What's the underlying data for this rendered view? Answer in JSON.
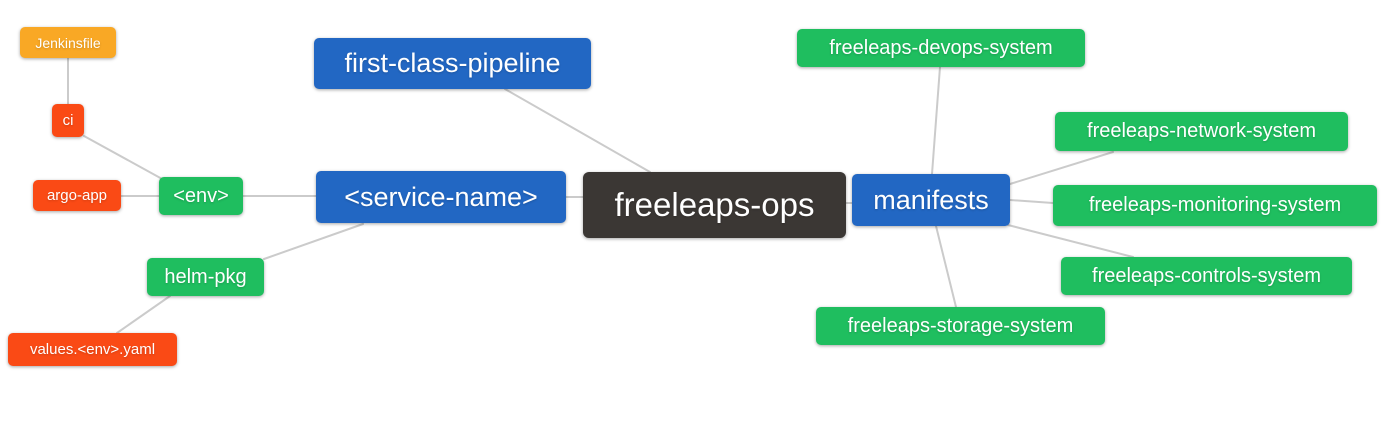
{
  "diagram": {
    "type": "mindmap",
    "root_label": "freeleaps-ops",
    "colors": {
      "background": "#ffffff",
      "edge": "#cbcbcb",
      "text": "#ffffff",
      "root": "#3b3734",
      "branch_blue": "#2267c3",
      "leaf_green": "#1fbe5f",
      "leaf_red": "#fa4a15",
      "leaf_orange": "#f9a825"
    },
    "nodes": {
      "jenkinsfile": {
        "label": "Jenkinsfile",
        "color": "#f9a825"
      },
      "ci": {
        "label": "ci",
        "color": "#fa4a15"
      },
      "argo_app": {
        "label": "argo-app",
        "color": "#fa4a15"
      },
      "env": {
        "label": "<env>",
        "color": "#1fbe5f"
      },
      "helm_pkg": {
        "label": "helm-pkg",
        "color": "#1fbe5f"
      },
      "values_env_yaml": {
        "label": "values.<env>.yaml",
        "color": "#fa4a15"
      },
      "service_name": {
        "label": "<service-name>",
        "color": "#2267c3"
      },
      "first_class_pipeline": {
        "label": "first-class-pipeline",
        "color": "#2267c3"
      },
      "freeleaps_ops": {
        "label": "freeleaps-ops",
        "color": "#3b3734"
      },
      "manifests": {
        "label": "manifests",
        "color": "#2267c3"
      },
      "devops_system": {
        "label": "freeleaps-devops-system",
        "color": "#1fbe5f"
      },
      "network_system": {
        "label": "freeleaps-network-system",
        "color": "#1fbe5f"
      },
      "monitoring_system": {
        "label": "freeleaps-monitoring-system",
        "color": "#1fbe5f"
      },
      "controls_system": {
        "label": "freeleaps-controls-system",
        "color": "#1fbe5f"
      },
      "storage_system": {
        "label": "freeleaps-storage-system",
        "color": "#1fbe5f"
      }
    },
    "edges": [
      {
        "from": "Jenkinsfile",
        "to": "ci"
      },
      {
        "from": "ci",
        "to": "<env>"
      },
      {
        "from": "argo-app",
        "to": "<env>"
      },
      {
        "from": "<env>",
        "to": "<service-name>"
      },
      {
        "from": "helm-pkg",
        "to": "<service-name>"
      },
      {
        "from": "values.<env>.yaml",
        "to": "helm-pkg"
      },
      {
        "from": "<service-name>",
        "to": "freeleaps-ops"
      },
      {
        "from": "first-class-pipeline",
        "to": "freeleaps-ops"
      },
      {
        "from": "freeleaps-ops",
        "to": "manifests"
      },
      {
        "from": "manifests",
        "to": "freeleaps-devops-system"
      },
      {
        "from": "manifests",
        "to": "freeleaps-network-system"
      },
      {
        "from": "manifests",
        "to": "freeleaps-monitoring-system"
      },
      {
        "from": "manifests",
        "to": "freeleaps-controls-system"
      },
      {
        "from": "manifests",
        "to": "freeleaps-storage-system"
      }
    ]
  }
}
